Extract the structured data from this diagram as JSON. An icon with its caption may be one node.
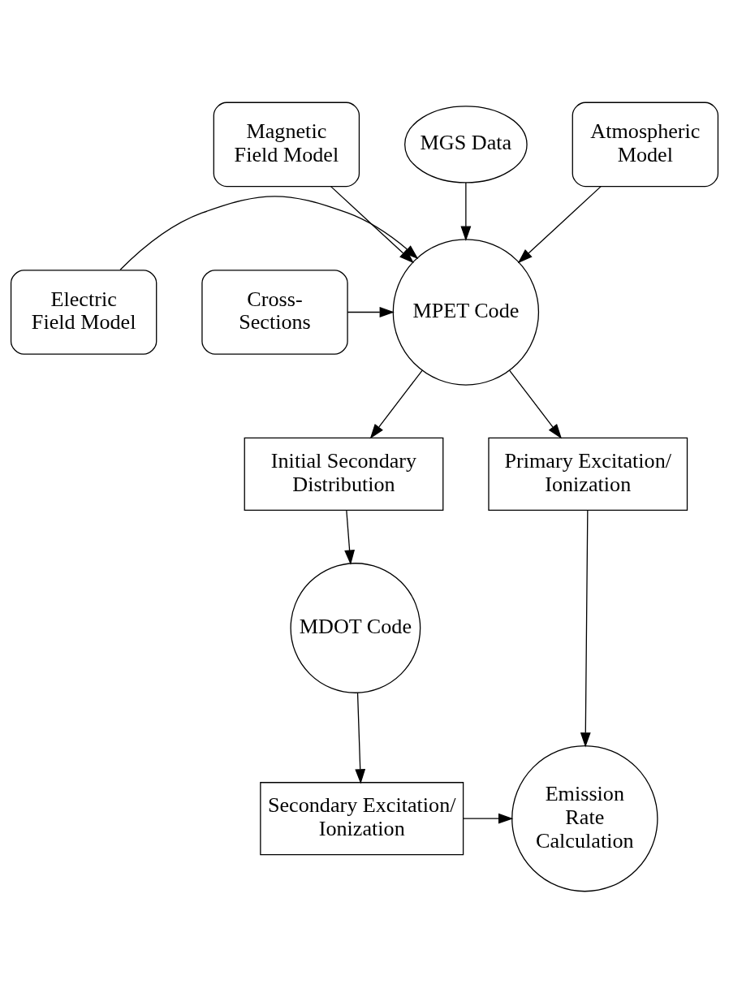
{
  "diagram": {
    "nodes": [
      {
        "text": [
          "Magnetic Field Model"
        ]
      },
      {
        "text": [
          "MGS Data"
        ]
      },
      {
        "text": [
          "Atmospheric Model"
        ]
      },
      {
        "text": [
          "Electric Field Model"
        ]
      },
      {
        "text": [
          "MPET Code"
        ]
      },
      {
        "text": [
          "Cross- Sections"
        ]
      },
      {
        "text": [
          "Primary Excitation/ Ionization"
        ]
      },
      {
        "text": [
          "Initial Secondary Distribution"
        ]
      },
      {
        "text": [
          "MDOT Code"
        ]
      },
      {
        "text": [
          "Emission Rate Calculation"
        ]
      },
      {
        "text": [
          "Secondary Excitation/ Ionization"
        ]
      }
    ],
    "edges": [
      {
        "from": 0,
        "to": 4,
        "arrow": "to"
      },
      {
        "from": 1,
        "to": 4,
        "arrow": "to"
      },
      {
        "from": 2,
        "to": 4,
        "arrow": "to"
      },
      {
        "from": 3,
        "to": 4,
        "arrow": "to"
      },
      {
        "from": 5,
        "to": 4,
        "arrow": "to"
      },
      {
        "from": 4,
        "to": 6,
        "arrow": "to"
      },
      {
        "from": 4,
        "to": 7,
        "arrow": "to"
      },
      {
        "from": 7,
        "to": 8,
        "arrow": "to"
      },
      {
        "from": 6,
        "to": 9,
        "arrow": "to"
      },
      {
        "from": 8,
        "to": 10,
        "arrow": "to"
      },
      {
        "from": 10,
        "to": 9,
        "arrow": "to"
      }
    ]
  }
}
